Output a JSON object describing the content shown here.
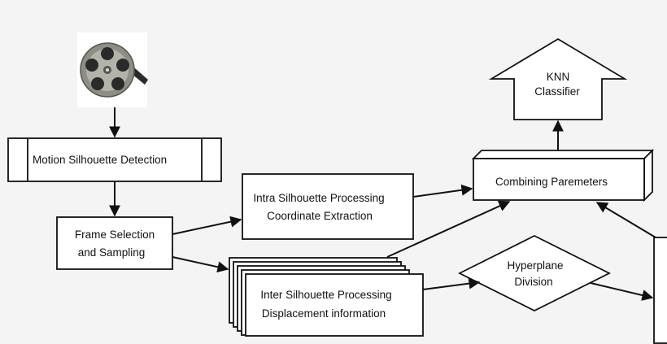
{
  "nodes": {
    "film_reel": {
      "icon": "film-reel-icon"
    },
    "motion_detection": {
      "label": "Motion Silhouette Detection"
    },
    "frame_selection": {
      "line1": "Frame Selection",
      "line2": "and Sampling"
    },
    "intra_processing": {
      "line1": "Intra Silhouette Processing",
      "line2": "Coordinate Extraction"
    },
    "inter_processing": {
      "line1": "Inter Silhouette Processing",
      "line2": "Displacement information"
    },
    "hyperplane": {
      "line1": "Hyperplane",
      "line2": "Division"
    },
    "combining": {
      "label": "Combining Paremeters"
    },
    "knn": {
      "line1": "KNN",
      "line2": "Classifier"
    }
  },
  "colors": {
    "background": "#f4f4f4",
    "stroke": "#111111",
    "fill": "#ffffff",
    "reel": "#8e8e86"
  }
}
